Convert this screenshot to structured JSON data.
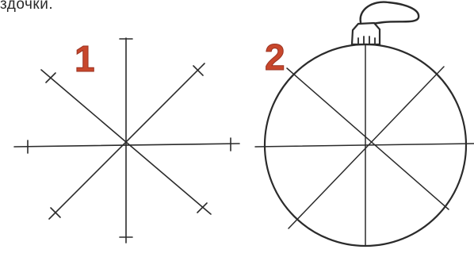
{
  "caption": "здочки.",
  "steps": [
    {
      "number": "1"
    },
    {
      "number": "2"
    }
  ],
  "colors": {
    "step_number": "#c8472c",
    "line": "#2b2b2b",
    "background": "#ffffff"
  }
}
